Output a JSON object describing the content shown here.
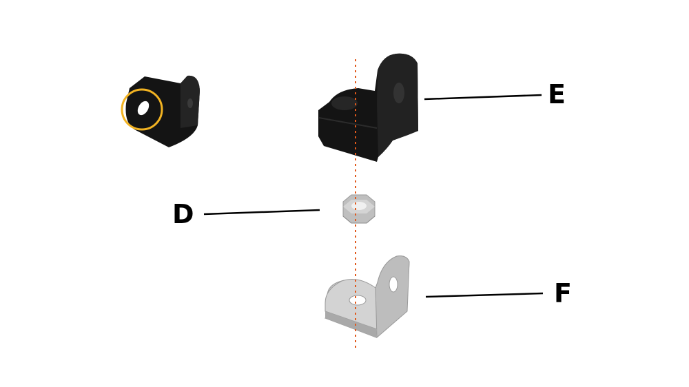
{
  "labels": {
    "d": "D",
    "e": "E",
    "f": "F"
  },
  "colors": {
    "axis": "#e0591c",
    "highlight_circle": "#f2b322",
    "dark_part": "#141414",
    "light_part": "#c8c8c8",
    "leader_line": "#000000"
  },
  "icons": {
    "detail_view": "black-bracket-with-highlighted-hole",
    "part_e": "black-l-bracket",
    "part_d": "hex-nut",
    "part_f": "grey-l-bracket"
  }
}
